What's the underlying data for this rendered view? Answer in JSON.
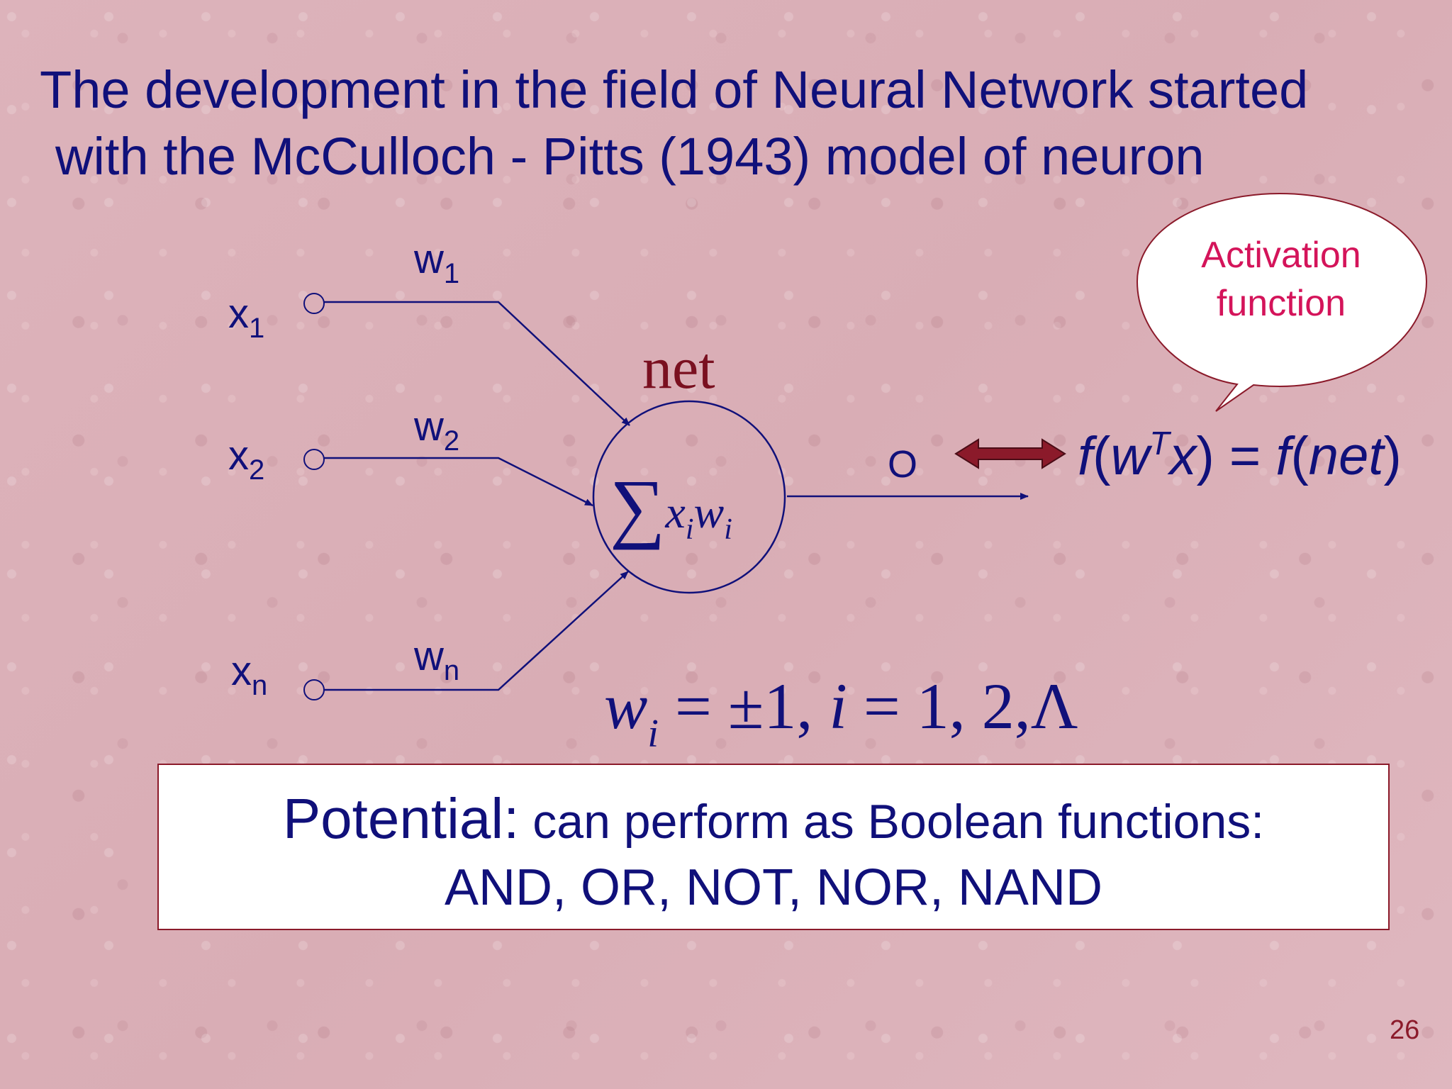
{
  "title": {
    "line1": "The development in the field of Neural Network started",
    "line2": "with the  McCulloch - Pitts (1943) model of neuron"
  },
  "inputs": [
    {
      "name": "x",
      "sub": "1",
      "weight": "w",
      "weight_sub": "1"
    },
    {
      "name": "x",
      "sub": "2",
      "weight": "w",
      "weight_sub": "2"
    },
    {
      "name": "x",
      "sub": "n",
      "weight": "w",
      "weight_sub": "n"
    }
  ],
  "neuron": {
    "net_label": "net",
    "sum_symbol": "∑",
    "sum_x": "x",
    "sum_x_sub": "i",
    "sum_w": "w",
    "sum_w_sub": "i"
  },
  "output": {
    "label": "O",
    "formula_f1": "f",
    "formula_open": "(",
    "formula_w": "w",
    "formula_T": "T",
    "formula_x": "x",
    "formula_close_eq": ") = ",
    "formula_f2": "f",
    "formula_net_open": "(",
    "formula_net": "net",
    "formula_net_close": ")"
  },
  "callout": {
    "line1": "Activation",
    "line2": "function"
  },
  "weights_eq": {
    "w": "w",
    "w_sub": "i",
    "rhs1": " = ±1,  ",
    "i": "i",
    "rhs2": " = 1, 2,Λ"
  },
  "potential": {
    "head": "Potential:",
    "rest": "  can perform as Boolean functions:",
    "line2": "AND, OR, NOT, NOR, NAND"
  },
  "page_number": "26",
  "colors": {
    "text_blue": "#10107a",
    "net_red": "#7a1020",
    "callout_pink": "#d4145a",
    "arrow_maroon": "#8b1a2a"
  }
}
